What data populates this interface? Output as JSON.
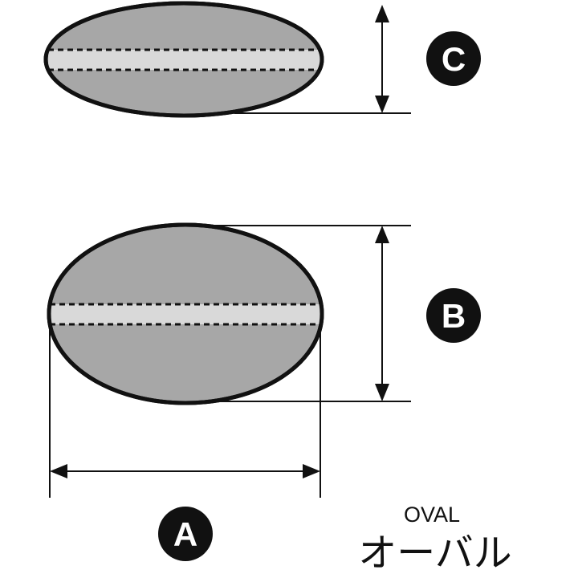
{
  "labels": {
    "a": "A",
    "b": "B",
    "c": "C"
  },
  "caption": {
    "english": "OVAL",
    "japanese": "オーバル"
  },
  "colors": {
    "bead_fill": "#a7a7a7",
    "hole_fill": "#d9d9d9",
    "outline": "#111111",
    "badge": "#111111"
  }
}
